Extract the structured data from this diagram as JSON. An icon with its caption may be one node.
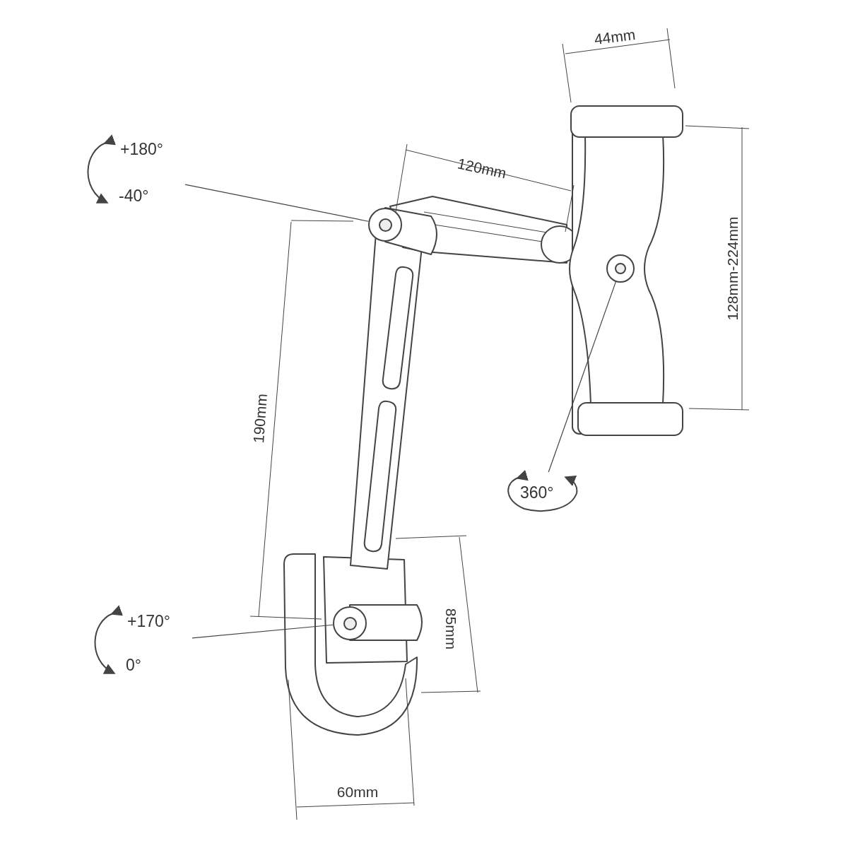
{
  "diagram": {
    "nodes": [
      {
        "text": [
          "+180°",
          "-40°"
        ]
      },
      {
        "text": [],
        "shape": "circle"
      },
      {
        "text": [
          "360°"
        ]
      },
      {
        "text": [],
        "shape": "circle"
      },
      {
        "text": [
          "+170°",
          "0°"
        ]
      },
      {
        "text": [],
        "shape": "circle"
      }
    ],
    "edges": [
      {
        "from": 0,
        "to": 1,
        "arrow": "none"
      },
      {
        "from": 2,
        "to": 3,
        "arrow": "none"
      },
      {
        "from": 4,
        "to": 5,
        "arrow": "none"
      }
    ],
    "labels": [
      "44mm",
      "120mm",
      "128mm-224mm",
      "190mm",
      "85mm",
      "60mm"
    ]
  }
}
